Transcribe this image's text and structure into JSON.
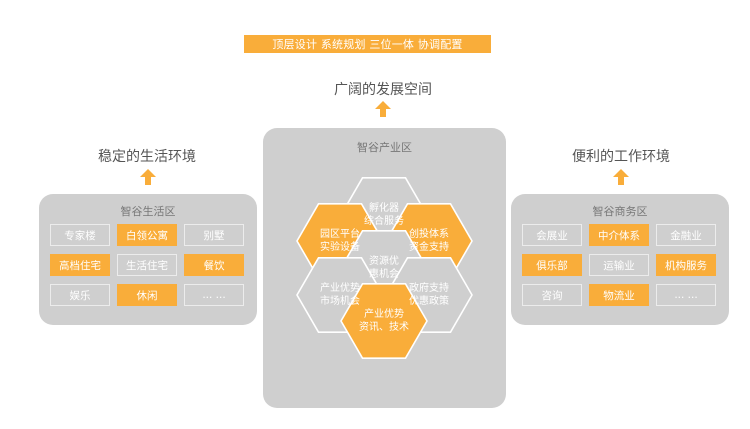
{
  "banner": "顶层设计  系统规划  三位一体  协调配置",
  "center_heading": "广阔的发展空间",
  "left_heading": "稳定的生活环境",
  "right_heading": "便利的工作环境",
  "colors": {
    "accent": "#f9ad3a",
    "panel": "#cfcfcf",
    "cell_border": "#ececec"
  },
  "left_panel": {
    "title": "智谷生活区",
    "cells": [
      {
        "label": "专家楼",
        "highlight": false
      },
      {
        "label": "白领公寓",
        "highlight": true
      },
      {
        "label": "别墅",
        "highlight": false
      },
      {
        "label": "高档住宅",
        "highlight": true
      },
      {
        "label": "生活住宅",
        "highlight": false
      },
      {
        "label": "餐饮",
        "highlight": true
      },
      {
        "label": "娱乐",
        "highlight": false
      },
      {
        "label": "休闲",
        "highlight": true
      },
      {
        "label": "... ...",
        "highlight": false
      }
    ]
  },
  "center_panel": {
    "title": "智谷产业区",
    "hexes": [
      {
        "line1": "孵化器",
        "line2": "综合服务",
        "highlight": false
      },
      {
        "line1": "园区平台",
        "line2": "实验设备",
        "highlight": true
      },
      {
        "line1": "创投体系",
        "line2": "资金支持",
        "highlight": true
      },
      {
        "line1": "资源优",
        "line2": "惠机会",
        "highlight": false
      },
      {
        "line1": "产业优势",
        "line2": "市场机会",
        "highlight": false
      },
      {
        "line1": "政府支持",
        "line2": "优惠政策",
        "highlight": false
      },
      {
        "line1": "产业优势",
        "line2": "资讯、技术",
        "highlight": true
      }
    ]
  },
  "right_panel": {
    "title": "智谷商务区",
    "cells": [
      {
        "label": "会展业",
        "highlight": false
      },
      {
        "label": "中介体系",
        "highlight": true
      },
      {
        "label": "金融业",
        "highlight": false
      },
      {
        "label": "俱乐部",
        "highlight": true
      },
      {
        "label": "运输业",
        "highlight": false
      },
      {
        "label": "机构服务",
        "highlight": true
      },
      {
        "label": "咨询",
        "highlight": false
      },
      {
        "label": "物流业",
        "highlight": true
      },
      {
        "label": "... ...",
        "highlight": false
      }
    ]
  }
}
